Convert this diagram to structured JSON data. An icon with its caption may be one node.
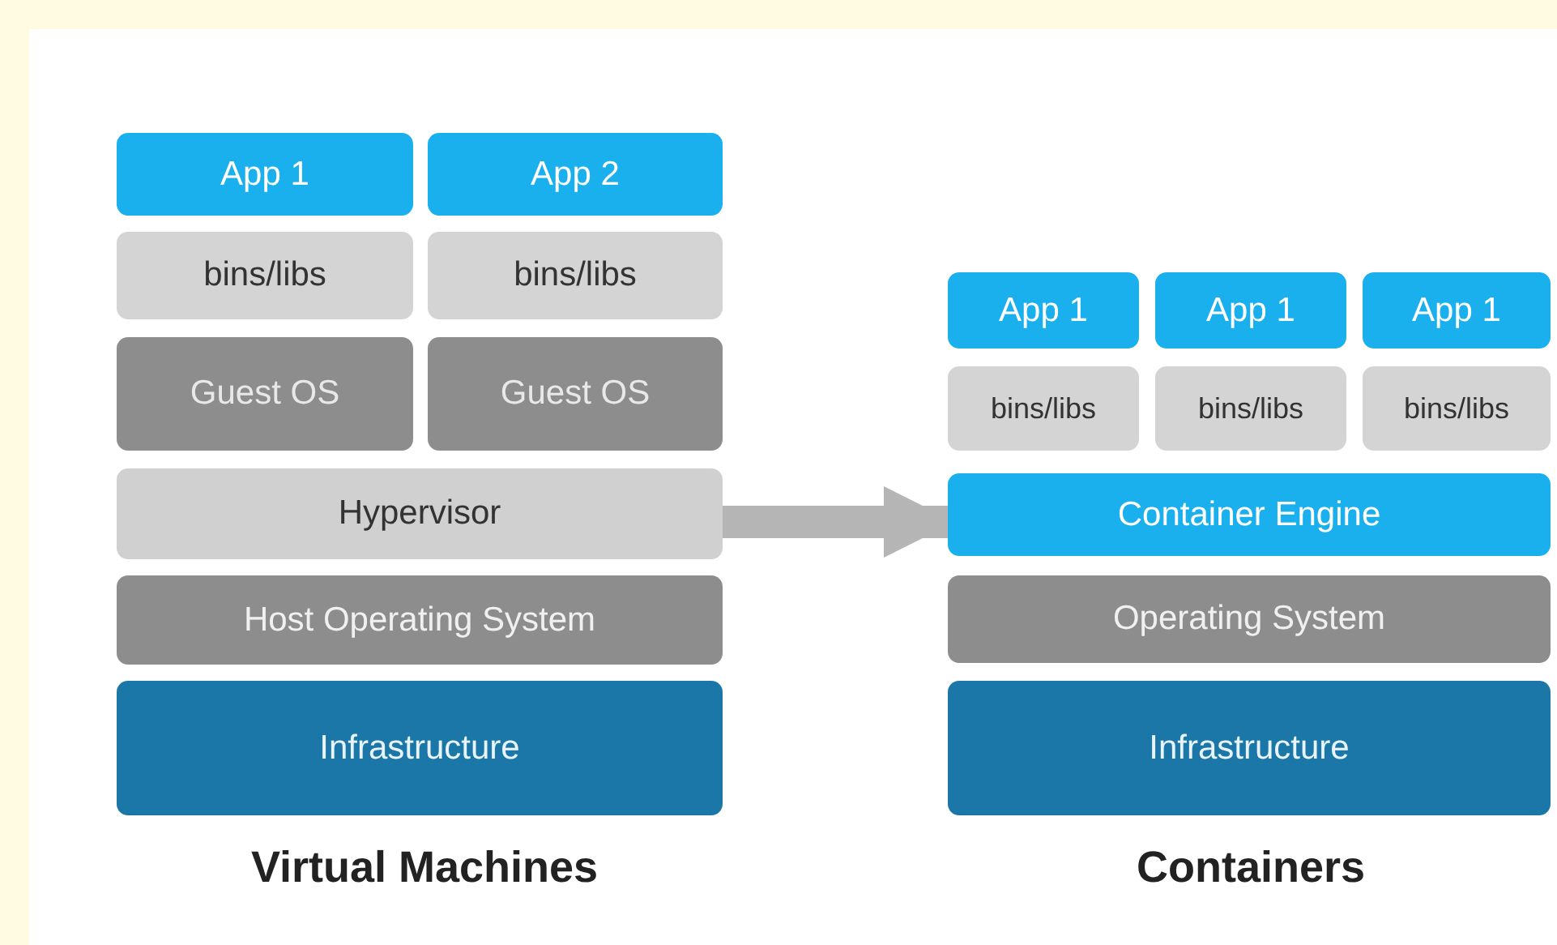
{
  "diagram": {
    "nodes": [
      {
        "text": [
          "App 1"
        ]
      },
      {
        "text": [
          "App 2"
        ]
      },
      {
        "text": [
          "bins/libs"
        ]
      },
      {
        "text": [
          "bins/libs"
        ]
      },
      {
        "text": [
          "Guest OS"
        ]
      },
      {
        "text": [
          "Guest OS"
        ]
      },
      {
        "text": [
          "Hypervisor"
        ]
      },
      {
        "text": [
          "Host Operating System"
        ]
      },
      {
        "text": [
          "Infrastructure"
        ]
      },
      {
        "text": [
          "App 1"
        ]
      },
      {
        "text": [
          "App 1"
        ]
      },
      {
        "text": [
          "App 1"
        ]
      },
      {
        "text": [
          "bins/libs"
        ]
      },
      {
        "text": [
          "bins/libs"
        ]
      },
      {
        "text": [
          "bins/libs"
        ]
      },
      {
        "text": [
          "Container Engine"
        ]
      },
      {
        "text": [
          "Operating System"
        ]
      },
      {
        "text": [
          "Infrastructure"
        ]
      }
    ],
    "edges": [
      {
        "from": 6,
        "to": 15,
        "arrow": "to"
      }
    ],
    "labels": [
      "Virtual Machines",
      "Containers"
    ]
  }
}
